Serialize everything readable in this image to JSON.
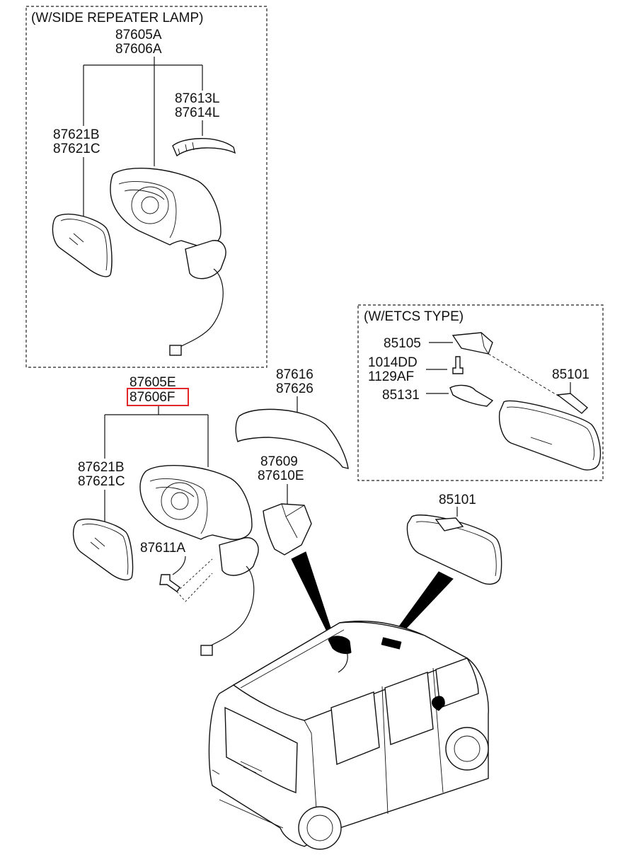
{
  "groups": {
    "side_repeater": {
      "title": "(W/SIDE REPEATER LAMP)"
    },
    "etcs": {
      "title": "(W/ETCS TYPE)"
    }
  },
  "labels": {
    "top_mirror_a": "87605A",
    "top_mirror_b": "87606A",
    "repeater_a": "87613L",
    "repeater_b": "87614L",
    "top_glass_a": "87621B",
    "top_glass_b": "87621C",
    "main_mirror_a": "87605E",
    "main_mirror_b": "87606F",
    "main_glass_a": "87621B",
    "main_glass_b": "87621C",
    "screw": "87611A",
    "cover_a": "87616",
    "cover_b": "87626",
    "base_a": "87609",
    "base_b": "87610E",
    "etcs_bracket": "85105",
    "etcs_screw_a": "1014DD",
    "etcs_screw_b": "1129AF",
    "etcs_cover": "85131",
    "etcs_mirror": "85101",
    "inside_mirror": "85101"
  },
  "highlight": {
    "label": "main_mirror_b",
    "color": "#e3262b"
  }
}
